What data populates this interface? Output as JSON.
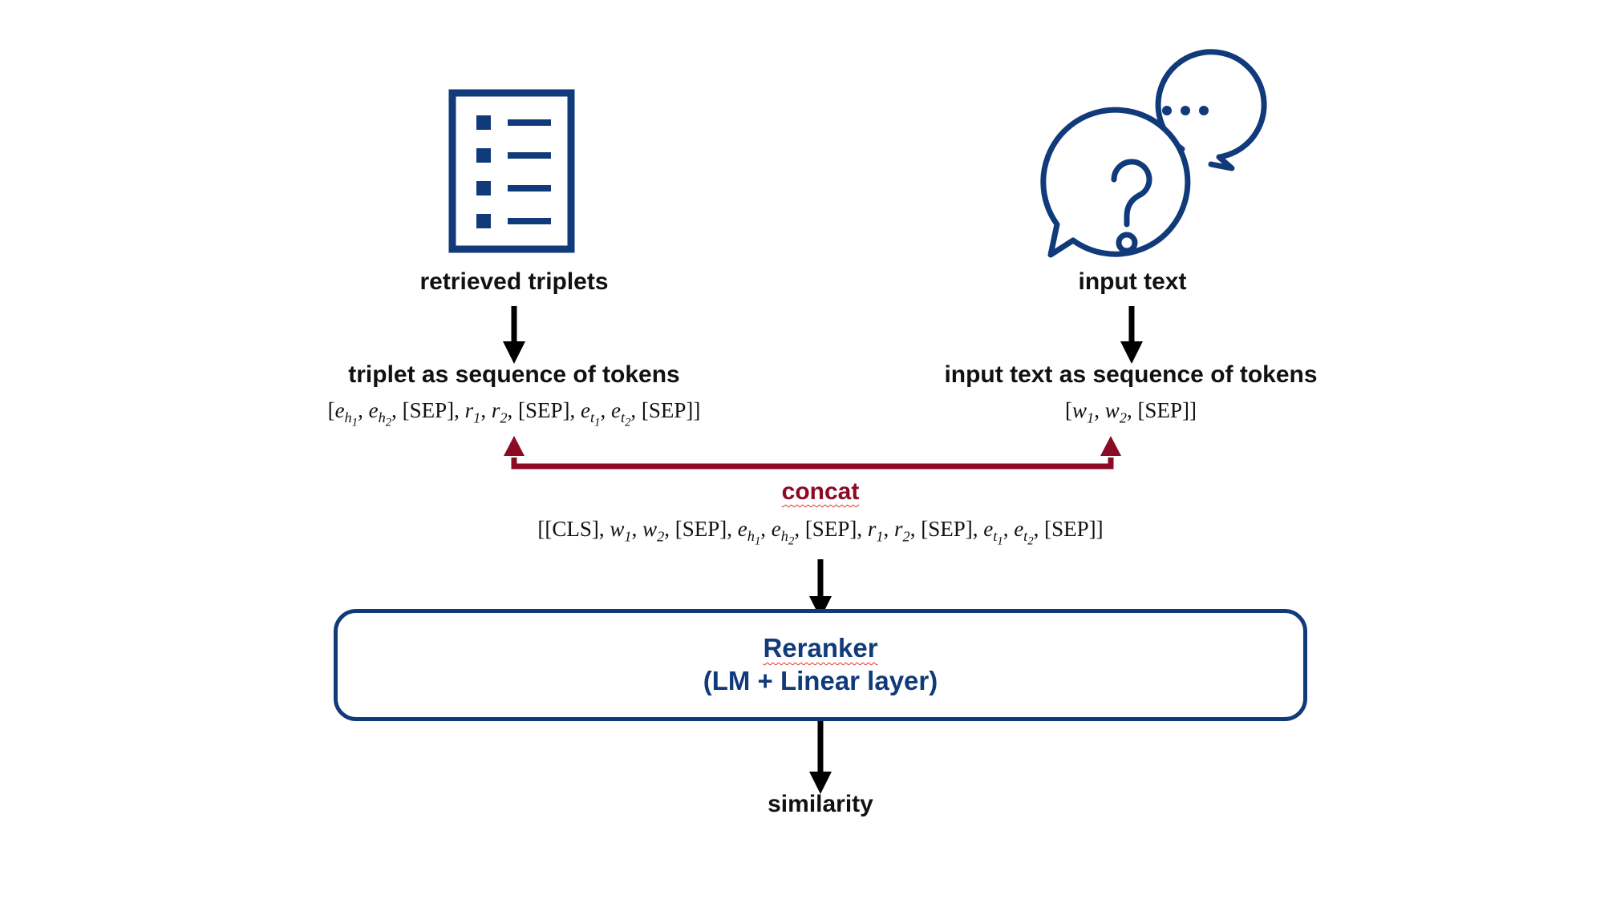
{
  "left": {
    "icon": "document-list-icon",
    "label": "retrieved triplets",
    "sequence_label": "triplet as sequence of tokens"
  },
  "right": {
    "icon": "question-chat-bubbles-icon",
    "label": "input text",
    "sequence_label": "input text as sequence of tokens"
  },
  "tokens": {
    "sep": "[SEP]",
    "cls": "[CLS]"
  },
  "concat": {
    "label": "concat"
  },
  "reranker": {
    "title": "Reranker",
    "subtitle": "(LM + Linear layer)"
  },
  "output": {
    "label": "similarity"
  },
  "colors": {
    "navy": "#103a7a",
    "concat_red": "#8b0a24",
    "arrow": "#000000"
  }
}
